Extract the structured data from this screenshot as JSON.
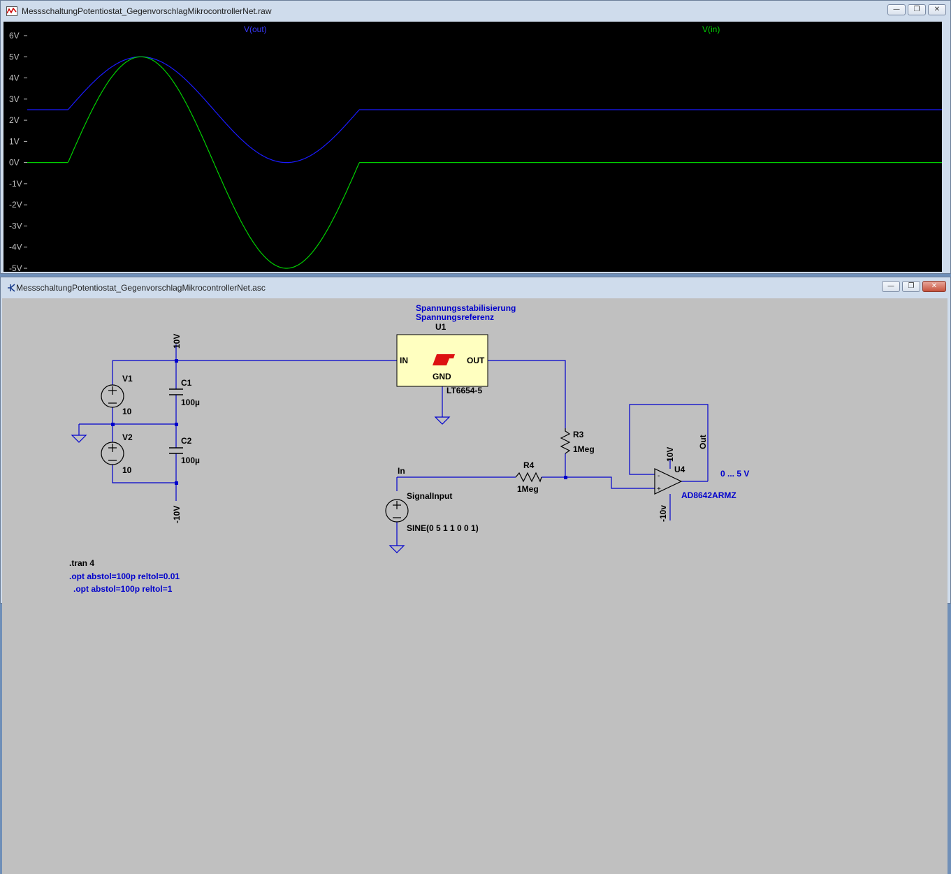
{
  "waveform_window": {
    "title": "MessschaltungPotentiostat_GegenvorschlagMikrocontrollerNet.raw",
    "icon": "waveform-icon",
    "controls": {
      "minimize": "minimize-icon",
      "maximize": "maximize-icon",
      "close": "close-icon"
    },
    "trace_out_label": "V(out)",
    "trace_in_label": "V(in)",
    "y_ticks": [
      "6V",
      "5V",
      "4V",
      "3V",
      "2V",
      "1V",
      "0V",
      "-1V",
      "-2V",
      "-3V",
      "-4V",
      "-5V"
    ],
    "colors": {
      "background": "#000000",
      "v_out": "#0000ff",
      "v_in": "#00cc00",
      "axis_text": "#c0c0c0"
    }
  },
  "chart_data": {
    "type": "line",
    "series": [
      {
        "name": "V(out)",
        "description": "0.5*V(in)+2.5 V",
        "values_note": "2.5 V flat, then sine between 0 V and 5 V, then 2.5 V flat"
      },
      {
        "name": "V(in)",
        "values_note": "0 V flat, then one sine period amplitude 5 V, then 0 V flat"
      }
    ],
    "ylim": [
      -5,
      6
    ],
    "y_ticks": [
      6,
      5,
      4,
      3,
      2,
      1,
      0,
      -1,
      -2,
      -3,
      -4,
      -5
    ]
  },
  "schematic_window": {
    "title": "MessschaltungPotentiostat_GegenvorschlagMikrocontrollerNet.asc",
    "icon": "schematic-icon",
    "colors": {
      "background": "#c0c0c0",
      "wire": "#0000cc",
      "component_fill": "#ffffc0",
      "text": "#000000",
      "blue_text": "#0000cc",
      "logo": "#dd0000"
    },
    "comment_1": "Spannungsstabilisierung",
    "comment_2": "Spannungsreferenz",
    "u1": {
      "ref": "U1",
      "in": "IN",
      "out": "OUT",
      "gnd": "GND",
      "value": "LT6654-5"
    },
    "v1": {
      "ref": "V1",
      "value": "10"
    },
    "v2": {
      "ref": "V2",
      "value": "10"
    },
    "c1": {
      "ref": "C1",
      "value": "100µ"
    },
    "c2": {
      "ref": "C2",
      "value": "100µ"
    },
    "r3": {
      "ref": "R3",
      "value": "1Meg"
    },
    "r4": {
      "ref": "R4",
      "value": "1Meg"
    },
    "u4": {
      "ref": "U4",
      "value": "AD8642ARMZ",
      "vpos": "10V",
      "vneg": "-10v",
      "out_label": "Out",
      "range_label": "0 ... 5 V"
    },
    "signal": {
      "net": "In",
      "ref": "SignalInput",
      "value": "SINE(0 5 1 1 0 0 1)"
    },
    "net_pos": "10V",
    "net_neg": "-10V",
    "directive_tran": ".tran 4",
    "directive_opt1": ".opt abstol=100p reltol=0.01",
    "directive_opt2": ".opt abstol=100p reltol=1"
  }
}
